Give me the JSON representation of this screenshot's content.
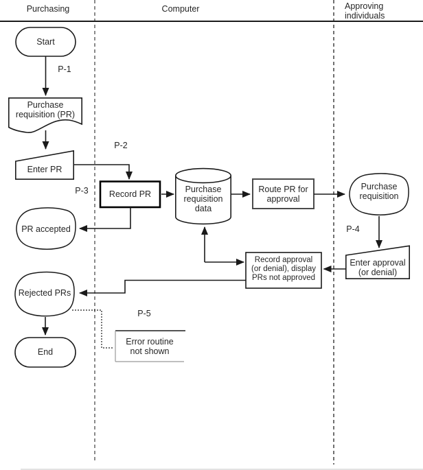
{
  "diagram": {
    "title_hint": "Purchase requisition processing flowchart",
    "lanes": [
      {
        "label": "Purchasing"
      },
      {
        "label": "Computer"
      },
      {
        "label": "Approving individuals",
        "lines": [
          "Approving",
          "individuals"
        ]
      }
    ],
    "nodes": {
      "start": {
        "shape": "terminator",
        "label": "Start"
      },
      "purchase_requisition_doc": {
        "shape": "document",
        "lines": [
          "Purchase",
          "requisition (PR)"
        ]
      },
      "enter_pr": {
        "shape": "manual-input",
        "label": "Enter PR"
      },
      "record_pr": {
        "shape": "process",
        "label": "Record PR"
      },
      "pr_data": {
        "shape": "database-cylinder",
        "lines": [
          "Purchase",
          "requisition",
          "data"
        ]
      },
      "route_pr": {
        "shape": "process",
        "lines": [
          "Route PR for",
          "approval"
        ]
      },
      "purchase_requisition_display": {
        "shape": "display",
        "lines": [
          "Purchase",
          "requisition"
        ]
      },
      "enter_approval": {
        "shape": "manual-input",
        "lines": [
          "Enter approval",
          "(or denial)"
        ]
      },
      "record_approval": {
        "shape": "process",
        "lines": [
          "Record approval",
          "(or denial), display",
          "PRs not approved"
        ]
      },
      "pr_accepted": {
        "shape": "display",
        "label": "PR accepted"
      },
      "rejected_prs": {
        "shape": "display",
        "label": "Rejected PRs"
      },
      "end": {
        "shape": "terminator",
        "label": "End"
      },
      "error_routine": {
        "shape": "annotation",
        "lines": [
          "Error routine",
          "not shown"
        ]
      }
    },
    "process_labels": {
      "p1": "P-1",
      "p2": "P-2",
      "p3": "P-3",
      "p4": "P-4",
      "p5": "P-5"
    },
    "colors": {
      "background": "#ffffff",
      "line": "#1a1a1a",
      "text": "#262626",
      "lane_divider_left": "#8a8a8a",
      "lane_divider_right": "#222222",
      "annotation_border": "#999999"
    }
  }
}
